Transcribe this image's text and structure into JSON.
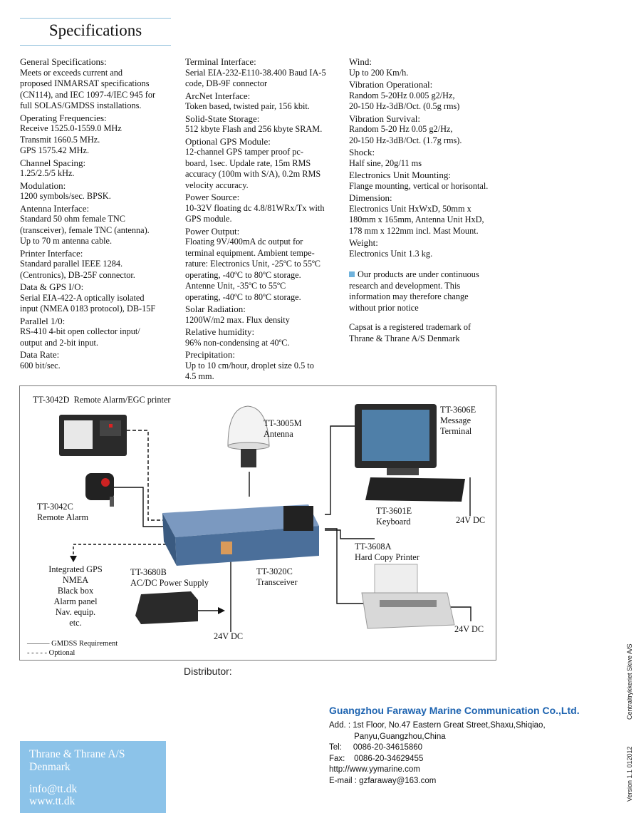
{
  "title": "Specifications",
  "columns": [
    [
      {
        "h": "General Specifications:",
        "t": "Meets or exceeds current and\nproposed INMARSAT specifications\n(CN114), and IEC 1097-4/IEC 945 for\nfull SOLAS/GMDSS installations."
      },
      {
        "h": "Operating Frequencies:",
        "t": "Receive 1525.0-1559.0 MHz\nTransmit 1660.5 MHz.\nGPS 1575.42 MHz."
      },
      {
        "h": "Channel Spacing:",
        "t": "1.25/2.5/5 kHz."
      },
      {
        "h": "Modulation:",
        "t": "1200 symbols/sec. BPSK."
      },
      {
        "h": "Antenna Interface:",
        "t": "Standard 50 ohm female TNC\n(transceiver), female TNC (antenna).\nUp to 70 m antenna cable."
      },
      {
        "h": "Printer Interface:",
        "t": "Standard parallel IEEE 1284.\n(Centronics), DB-25F connector."
      },
      {
        "h": "Data & GPS I/O:",
        "t": "Serial EIA-422-A optically isolated\ninput (NMEA 0183 protocol), DB-15F"
      },
      {
        "h": "Parallel 1/0:",
        "t": "RS-410 4-bit open collector input/\noutput and 2-bit input."
      },
      {
        "h": "Data Rate:",
        "t": "600 bit/sec."
      }
    ],
    [
      {
        "h": "Terminal Interface:",
        "t": "Serial EIA-232-E110-38.400 Baud IA-5\ncode, DB-9F connector"
      },
      {
        "h": "ArcNet Interface:",
        "t": "Token based, twisted pair, 156 kbit."
      },
      {
        "h": "Solid-State Storage:",
        "t": "512 kbyte Flash and 256 kbyte SRAM."
      },
      {
        "h": "Optional GPS Module:",
        "t": "12-channel GPS tamper proof pc-\nboard, 1sec. Updale rate, 15m RMS\naccuracy (100m with S/A), 0.2m RMS\nvelocity accuracy."
      },
      {
        "h": "Power Source:",
        "t": "10-32V floating dc 4.8/81WRx/Tx with\nGPS module."
      },
      {
        "h": "Power Output:",
        "t": "Floating 9V/400mA dc output for\nterminal equipment. Ambient tempe-\nrature: Electronics Unit, -25ºC to 55ºC\noperating, -40ºC to 80ºC storage.\nAntenne Unit, -35ºC to 55ºC\noperating, -40ºC to 80ºC storage."
      },
      {
        "h": "Solar Radiation:",
        "t": "1200W/m2 max. Flux density"
      },
      {
        "h": "Relative humidity:",
        "t": "96% non-condensing at 40ºC."
      },
      {
        "h": "Precipitation:",
        "t": "Up to 10 cm/hour, droplet size 0.5 to\n4.5 mm."
      }
    ],
    [
      {
        "h": "Wind:",
        "t": "Up to 200 Km/h."
      },
      {
        "h": "Vibration Operational:",
        "t": "Random 5-20Hz 0.005 g2/Hz,\n20-150 Hz-3dB/Oct. (0.5g  rms)"
      },
      {
        "h": "Vibration Survival:",
        "t": "Random 5-20 Hz 0.05 g2/Hz,\n20-150 Hz-3dB/Oct. (1.7g rms)."
      },
      {
        "h": "Shock:",
        "t": "Half sine, 20g/11 ms"
      },
      {
        "h": "Electronics Unit Mounting:",
        "t": "Flange mounting, vertical or horisontal."
      },
      {
        "h": "Dimension:",
        "t": "Electronics Unit HxWxD, 50mm x\n180mm x 165mm, Antenna Unit HxD,\n178 mm x 122mm incl. Mast Mount."
      },
      {
        "h": "Weight:",
        "t": "Electronics Unit 1.3 kg."
      }
    ]
  ],
  "notice": "Our products are under continuous\nresearch and development. This\ninformation may therefore change\nwithout prior notice",
  "trademark": "Capsat is a registered trademark of\nThrane & Thrane A/S Denmark",
  "diagram": {
    "printer": "TT-3042D  Remote Alarm/EGC printer",
    "antenna": "TT-3005M\nAntenna",
    "terminal": "TT-3606E\nMessage\nTerminal",
    "alarm": "TT-3042C\nRemote Alarm",
    "keyboard": "TT-3601E\nKeyboard",
    "dc1": "24V DC",
    "hardcopy": "TT-3608A\nHard Copy Printer",
    "gps": "Integrated GPS\nNMEA\nBlack box\nAlarm panel\nNav. equip.\netc.",
    "psu": "TT-3680B\nAC/DC Power Supply",
    "transceiver": "TT-3020C\nTransceiver",
    "dc2": "24V DC",
    "dc3": "24V DC",
    "legend_req": "——— GMDSS Requirement",
    "legend_opt": "- - - - - Optional"
  },
  "distributor": "Distributor:",
  "company": "Guangzhou Faraway Marine Communication Co.,Ltd.",
  "address": [
    "Add. : 1st Floor, No.47 Eastern Great Street,Shaxu,Shiqiao,",
    "           Panyu,Guangzhou,China",
    "Tel:     0086-20-34615860",
    "Fax:    0086-20-34629455",
    "http://www.yymarine.com",
    "E-mail : gzfaraway@163.com"
  ],
  "brand": {
    "line1": "Thrane & Thrane A/S",
    "line2": "Denmark",
    "email": "info@tt.dk",
    "web": "www.tt.dk"
  },
  "side_text_1": "Centraltrykkeriet Skive A/S",
  "side_text_2": "Version 1.1  012012"
}
